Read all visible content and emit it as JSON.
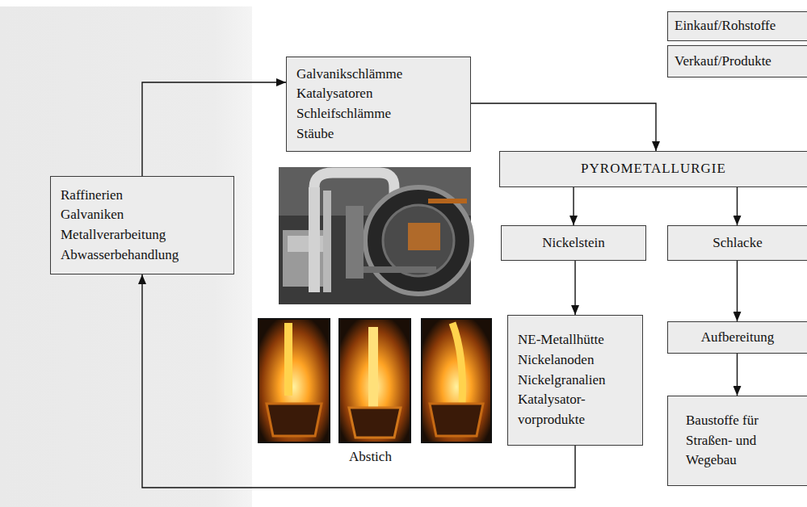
{
  "diagram": {
    "nodes": [
      {
        "text": [
          "Raffinerien",
          "Galvaniken",
          "Metallverarbeitung",
          "Abwasserbehandlung"
        ]
      },
      {
        "text": [
          "Galvanikschlämme",
          "Katalysatoren",
          "Schleifschlämme",
          "Stäube"
        ]
      },
      {
        "text": [
          "PYROMETALLURGIE"
        ]
      },
      {
        "text": [
          "Nickelstein"
        ]
      },
      {
        "text": [
          "Schlacke"
        ]
      },
      {
        "text": [
          "NE-Metallhütte",
          "Nickelanoden",
          "Nickelgranalien",
          "Katalysator- vorprodukte"
        ]
      },
      {
        "text": [
          "Aufbereitung"
        ]
      },
      {
        "text": [
          "Baustoffe für Straßen- und Wegebau"
        ]
      },
      {
        "text": [
          "Einkauf/Rohstoffe"
        ]
      },
      {
        "text": [
          "Verkauf/Produkte"
        ]
      }
    ],
    "edges": [
      {
        "from": 0,
        "to": 1,
        "arrow": "to"
      },
      {
        "from": 1,
        "to": 2,
        "arrow": "to"
      },
      {
        "from": 2,
        "to": 3,
        "arrow": "to"
      },
      {
        "from": 2,
        "to": 4,
        "arrow": "to"
      },
      {
        "from": 3,
        "to": 5,
        "arrow": "to"
      },
      {
        "from": 4,
        "to": 6,
        "arrow": "to"
      },
      {
        "from": 6,
        "to": 7,
        "arrow": "to"
      },
      {
        "from": 5,
        "to": 0,
        "arrow": "to"
      }
    ],
    "labels": [
      "Abstich"
    ]
  }
}
